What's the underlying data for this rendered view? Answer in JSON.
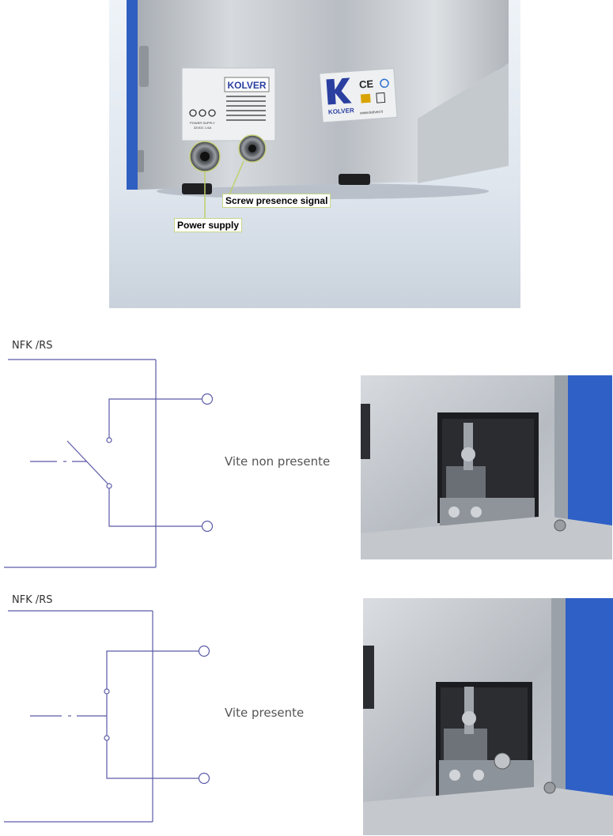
{
  "top_photo": {
    "callouts": {
      "screw_presence": "Screw presence signal",
      "power_supply": "Power supply"
    },
    "label_left": {
      "brand": "KOLVER",
      "power_text_1": "POWER SUPPLY",
      "power_text_2": "32VDC 1.6A"
    },
    "label_right": {
      "brand": "KOLVER",
      "ce_mark": "CE",
      "website": "www.kolver.it"
    }
  },
  "schematics": [
    {
      "title": "NFK /RS",
      "state_label": "Vite non presente"
    },
    {
      "title": "NFK /RS",
      "state_label": "Vite presente"
    }
  ],
  "colors": {
    "wire": "#5a5aa8",
    "housing_blue": "#2f62c8",
    "steel": "#c9cdd2",
    "label_bg": "#e9ecef"
  }
}
